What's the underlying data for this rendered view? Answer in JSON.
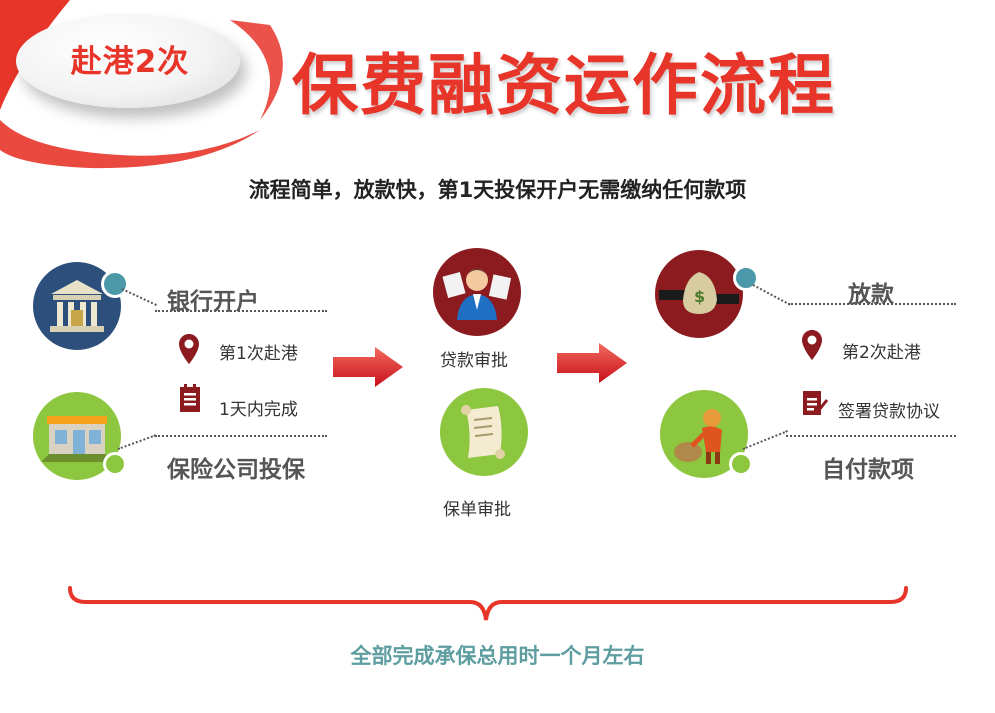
{
  "header": {
    "badge": "赴港2次",
    "title": "保费融资运作流程"
  },
  "subtitle": "流程简单，放款快，第1天投保开户无需缴纳任何款项",
  "left": {
    "top_label": "银行开户",
    "bottom_label": "保险公司投保",
    "note1": "第1次赴港",
    "note2": "1天内完成"
  },
  "middle": {
    "top_label": "贷款审批",
    "bottom_label": "保单审批"
  },
  "right": {
    "top_label": "放款",
    "bottom_label": "自付款项",
    "note1": "第2次赴港",
    "note2": "签署贷款协议"
  },
  "footer": "全部完成承保总用时一个月左右",
  "colors": {
    "red": "#e8352a",
    "dark_red": "#8b1b1f",
    "navy": "#2c4f7c",
    "green": "#8dc63f",
    "teal": "#4a98a8",
    "footer_text": "#5e9da0"
  }
}
